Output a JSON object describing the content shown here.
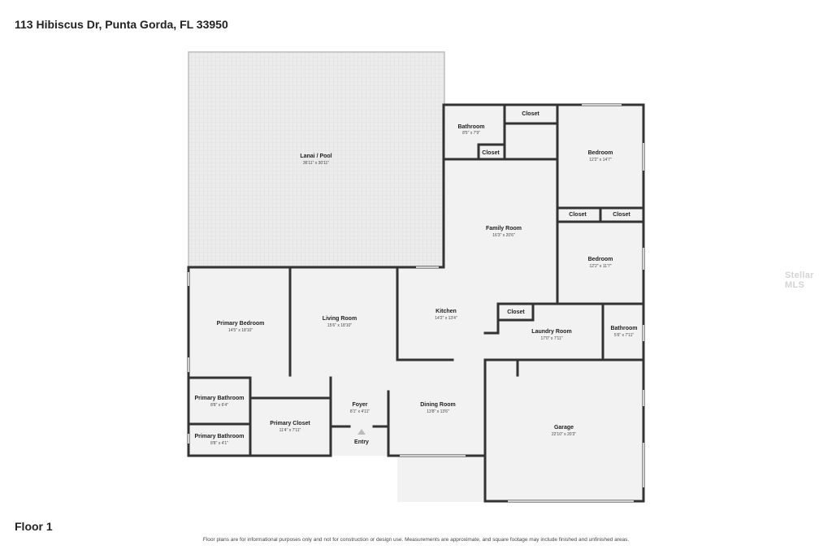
{
  "header": {
    "address": "113 Hibiscus Dr, Punta Gorda, FL 33950"
  },
  "footer": {
    "floor": "Floor 1",
    "disclaimer": "Floor plans are for informational purposes only and not for construction or design use. Measurements are approximate, and square footage may include finished and unfinished areas."
  },
  "watermark": "Stellar MLS",
  "rooms": {
    "lanai": {
      "name": "Lanai / Pool",
      "dims": "36'11\" x 30'11\""
    },
    "bathroom_top": {
      "name": "Bathroom",
      "dims": "8'5\" x 7'9\""
    },
    "closet_top": {
      "name": "Closet"
    },
    "closet_small": {
      "name": "Closet"
    },
    "bedroom_1": {
      "name": "Bedroom",
      "dims": "12'2\" x 14'7\""
    },
    "closet_bed1": {
      "name": "Closet"
    },
    "closet_bed2": {
      "name": "Closet"
    },
    "family_room": {
      "name": "Family Room",
      "dims": "16'3\" x 20'6\""
    },
    "bedroom_2": {
      "name": "Bedroom",
      "dims": "12'2\" x 11'7\""
    },
    "primary_bedroom": {
      "name": "Primary Bedroom",
      "dims": "14'5\" x 18'10\""
    },
    "living_room": {
      "name": "Living Room",
      "dims": "15'6\" x 18'10\""
    },
    "kitchen": {
      "name": "Kitchen",
      "dims": "14'2\" x 13'4\""
    },
    "closet_laundry": {
      "name": "Closet"
    },
    "laundry_room": {
      "name": "Laundry Room",
      "dims": "17'0\" x 7'11\""
    },
    "bathroom_right": {
      "name": "Bathroom",
      "dims": "5'6\" x 7'11\""
    },
    "primary_bathroom_1": {
      "name": "Primary Bathroom",
      "dims": "8'8\" x 6'4\""
    },
    "primary_closet": {
      "name": "Primary Closet",
      "dims": "11'4\" x 7'11\""
    },
    "foyer": {
      "name": "Foyer",
      "dims": "8'1\" x 4'11\""
    },
    "dining_room": {
      "name": "Dining Room",
      "dims": "13'8\" x 13'6\""
    },
    "garage": {
      "name": "Garage",
      "dims": "22'10\" x 20'3\""
    },
    "primary_bathroom_2": {
      "name": "Primary Bathroom",
      "dims": "8'8\" x 4'1\""
    },
    "entry": {
      "name": "Entry"
    }
  },
  "colors": {
    "wall": "#333333",
    "floor": "#f2f2f2",
    "lanai_tile": "#e4e4e4"
  }
}
